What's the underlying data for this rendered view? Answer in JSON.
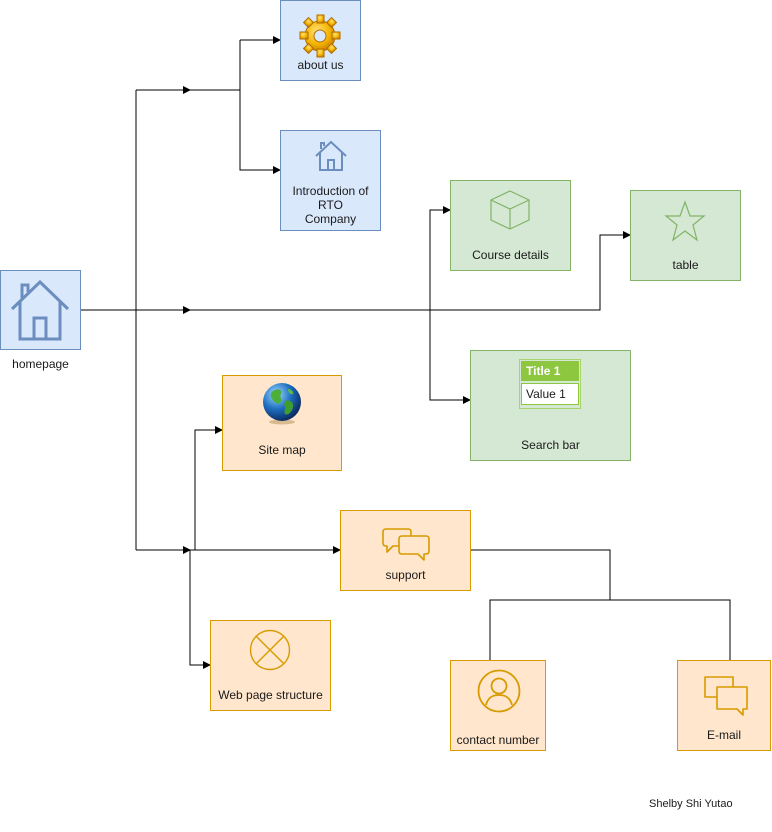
{
  "nodes": {
    "homepage": "homepage",
    "about_us": "about us",
    "introduction": "Introduction of\nRTO\nCompany",
    "course_details": "Course details",
    "table": "table",
    "search_bar": "Search bar",
    "site_map": "Site map",
    "support": "support",
    "web_page_structure": "Web page structure",
    "contact_number": "contact number",
    "email": "E-mail"
  },
  "table_widget": {
    "title": "Title 1",
    "value": "Value 1"
  },
  "credit": "Shelby Shi Yutao",
  "colors": {
    "blue_fill": "#dae8fc",
    "blue_stroke": "#6c8ebf",
    "green_fill": "#d5e8d4",
    "green_stroke": "#82b366",
    "orange_fill": "#ffe6cc",
    "orange_stroke": "#d79b00",
    "edge": "#000000"
  },
  "icons": {
    "homepage": "home-icon",
    "about_us": "gear-icon",
    "introduction": "home-icon",
    "course_details": "cube-icon",
    "table": "star-icon",
    "search_bar": "table-icon",
    "site_map": "globe-icon",
    "support": "chat-bubbles-icon",
    "web_page_structure": "x-circle-icon",
    "contact_number": "user-icon",
    "email": "messages-icon"
  }
}
